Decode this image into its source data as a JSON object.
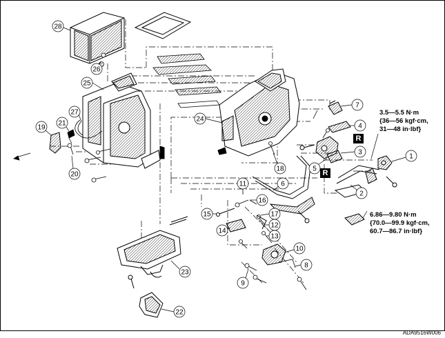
{
  "figure": {
    "code": "ADA9516W006",
    "colors": {
      "ink": "#000000",
      "paper": "#ffffff",
      "shade": "#c8c8c8"
    }
  },
  "callouts": {
    "c1": "1",
    "c2": "2",
    "c3": "3",
    "c4": "4",
    "c5": "5",
    "c6": "6",
    "c7": "7",
    "c8": "8",
    "c9": "9",
    "c10": "10",
    "c11": "11",
    "c12": "12",
    "c13": "13",
    "c14": "14",
    "c15": "15",
    "c16": "16",
    "c17": "17",
    "c18": "18",
    "c19": "19",
    "c20": "20",
    "c21": "21",
    "c22": "22",
    "c23": "23",
    "c24": "24",
    "c25": "25",
    "c26": "26",
    "c27": "27",
    "c28": "28"
  },
  "torque_specs": {
    "upper": {
      "line1": "3.5—5.5 N·m",
      "line2": "{36—56 kgf·cm,",
      "line3": "31—48 in·lbf}"
    },
    "lower": {
      "line1": "6.86—9.80 N·m",
      "line2": "{70.0—99.9 kgf·cm,",
      "line3": "60.7—86.7 in·lbf}"
    }
  },
  "badges": {
    "replace_upper": "R",
    "replace_lower": "R"
  }
}
